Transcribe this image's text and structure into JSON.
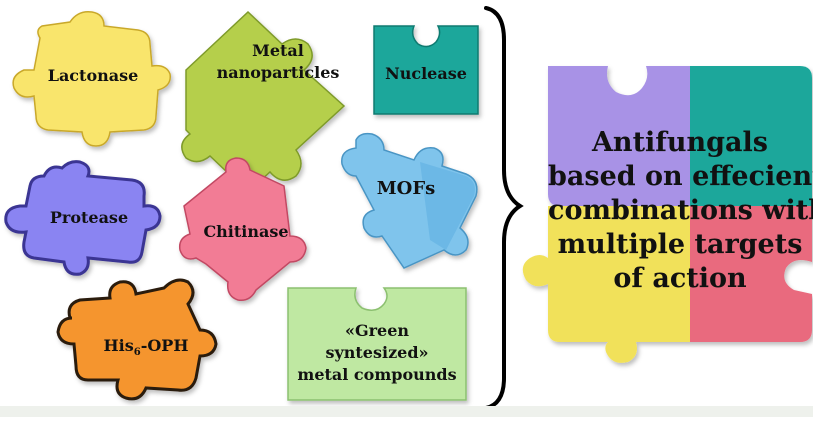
{
  "pieces": {
    "lactonase": {
      "label": "Lactonase",
      "color": "#f9e56c"
    },
    "metal_np": {
      "label_line1": "Metal",
      "label_line2": "nanoparticles",
      "color": "#b5cf4b"
    },
    "nuclease": {
      "label": "Nuclease",
      "color": "#1aa79b"
    },
    "protease": {
      "label": "Protease",
      "color": "#8a84f2"
    },
    "chitinase": {
      "label": "Chitinase",
      "color": "#f27c95"
    },
    "mofs": {
      "label": "MOFs",
      "color": "#7fc4ec"
    },
    "his_oph": {
      "label_prefix": "His",
      "label_subscript": "6",
      "label_suffix": "-OPH",
      "color": "#f5952d"
    },
    "green": {
      "label_line1": "«Green",
      "label_line2": "syntesized»",
      "label_line3": "metal compounds",
      "color": "#bfe8a2"
    }
  },
  "result": {
    "lines": [
      "Antifungals",
      "based on effecient",
      "combinations with",
      "multiple targets",
      "of action"
    ],
    "colors": {
      "top_left": "#a892e6",
      "top_right": "#1aa79b",
      "bottom_left": "#f1e15a",
      "bottom_right": "#e96a7e"
    }
  },
  "brace_color": "#000000"
}
